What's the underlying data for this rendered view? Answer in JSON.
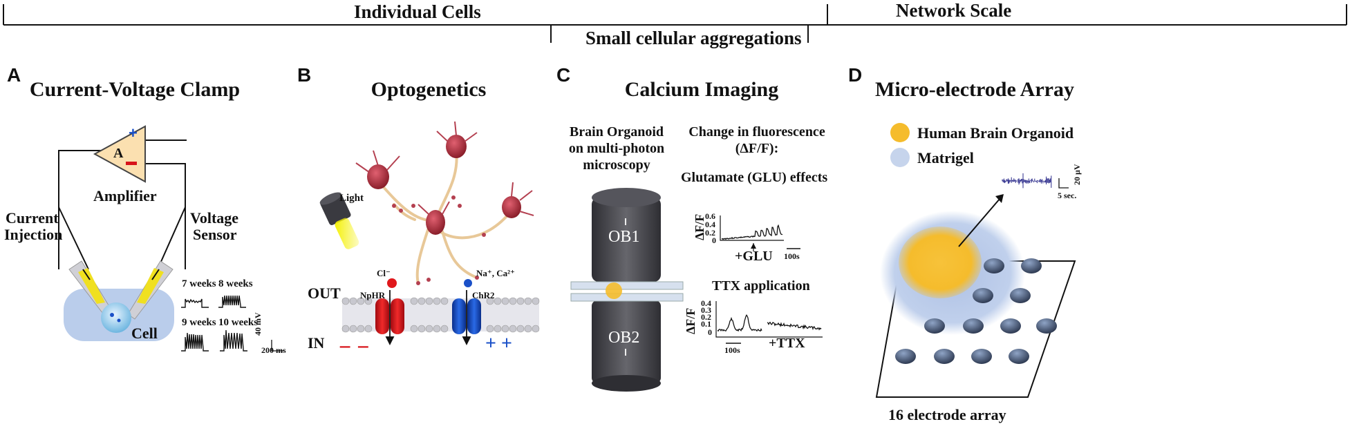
{
  "scale_bar": {
    "individual_cells": "Individual Cells",
    "network_scale": "Network Scale",
    "small_aggregations": "Small cellular aggregations"
  },
  "panel_a": {
    "letter": "A",
    "title": "Current-Voltage Clamp",
    "amp_symbol": "A",
    "amplifier": "Amplifier",
    "current_injection_1": "Current",
    "current_injection_2": "Injection",
    "voltage_sensor_1": "Voltage",
    "voltage_sensor_2": "Sensor",
    "cell": "Cell",
    "weeks": [
      "7 weeks",
      "8 weeks",
      "9 weeks",
      "10 weeks"
    ],
    "scale_v": "40 mV",
    "scale_t": "200 ms"
  },
  "panel_b": {
    "letter": "B",
    "title": "Optogenetics",
    "light": "Light",
    "out": "OUT",
    "in": "IN",
    "cl_ion": "Cl⁻",
    "na_ca_ion": "Na⁺, Ca²⁺",
    "nphr": "NpHR",
    "chr2": "ChR2",
    "minus": "− −",
    "plus": "+ +"
  },
  "panel_c": {
    "letter": "C",
    "title": "Calcium Imaging",
    "organoid_1": "Brain Organoid",
    "organoid_2": "on multi-photon",
    "organoid_3": "microscopy",
    "ob1": "OB1",
    "ob2": "OB2",
    "fluor_1": "Change in fluorescence",
    "fluor_2": "(ΔF/F):",
    "glu_title": "Glutamate (GLU) effects",
    "ttx_title": "TTX application",
    "axis_label": "ΔF/F",
    "glu_ticks": [
      "0.6",
      "0.4",
      "0.2",
      "0"
    ],
    "ttx_ticks": [
      "0.4",
      "0.3",
      "0.2",
      "0.1",
      "0"
    ],
    "glu_marker": "+GLU",
    "ttx_marker": "+TTX",
    "time_scale_1": "100s",
    "time_scale_2": "100s"
  },
  "panel_d": {
    "letter": "D",
    "title": "Micro-electrode Array",
    "legend_organoid": "Human Brain Organoid",
    "legend_matrigel": "Matrigel",
    "scale_v": "20 µV",
    "scale_t": "5 sec.",
    "array_label": "16 electrode array"
  },
  "colors": {
    "neuron": "#a8303c",
    "channel_red": "#d8141a",
    "channel_blue": "#1a50c8",
    "organoid": "#f5bc2c",
    "matrigel": "#b8c8e4",
    "cell_blue": "#aec4e8",
    "mea_trace": "#2a2a8a"
  }
}
